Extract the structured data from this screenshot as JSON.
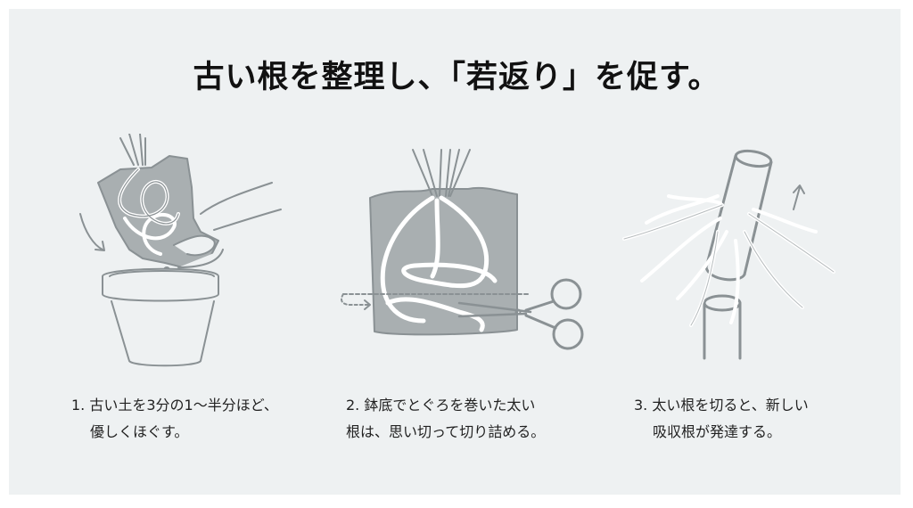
{
  "title": "古い根を整理し、「若返り」を促す。",
  "colors": {
    "card_background": "#eef1f2",
    "illustration_fill": "#a9afb1",
    "illustration_line": "#8a9194",
    "text": "#222222",
    "title": "#111111"
  },
  "steps": [
    {
      "number": "1.",
      "line1": "古い土を3分の1〜半分ほど、",
      "line2": "優しくほぐす。",
      "illustration": "hands-loosening-root-ball-over-pot"
    },
    {
      "number": "2.",
      "line1": "鉢底でとぐろを巻いた太い",
      "line2": "根は、思い切って切り詰める。",
      "illustration": "scissors-cutting-circling-roots"
    },
    {
      "number": "3.",
      "line1": "太い根を切ると、新しい",
      "line2": "吸収根が発達する。",
      "illustration": "cut-root-with-new-feeder-roots"
    }
  ]
}
